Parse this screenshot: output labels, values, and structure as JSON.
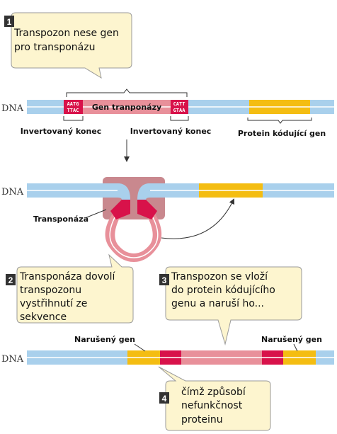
{
  "steps": [
    {
      "number": "1",
      "lines": [
        "Transpozon nese gen",
        "pro transponázu"
      ]
    },
    {
      "number": "2",
      "lines": [
        "Transponáza dovolí",
        "transpozonu",
        "vystřihnutí ze",
        "sekvence"
      ]
    },
    {
      "number": "3",
      "lines": [
        "Transpozon se vloží",
        "do protein kódujícího",
        "genu a naruší ho..."
      ]
    },
    {
      "number": "4",
      "lines": [
        "čímž způsobí",
        "nefunkčnost",
        "proteinu"
      ]
    }
  ],
  "dna_label": "DNA",
  "gene_label": "Gen tranponázy",
  "seq_left": [
    "AATG",
    "TTAC"
  ],
  "seq_right": [
    "CATT",
    "GTAA"
  ],
  "inverted_end_label": "Invertovaný konec",
  "protein_gene_label": "Protein kódující gen",
  "transposase_label": "Transponáza",
  "disrupted_gene_label": "Narušený gen",
  "colors": {
    "dna_blue": "#a9d0ec",
    "dna_stripe": "#ffffff",
    "transposon_pink": "#e8909a",
    "inverted_end_red": "#d8124a",
    "gene_yellow": "#f4bd12",
    "enzyme_mauve": "#c9888e",
    "bubble_fill": "#fdf5cf",
    "bubble_stroke": "#9a9a9a",
    "step_badge": "#333333"
  }
}
